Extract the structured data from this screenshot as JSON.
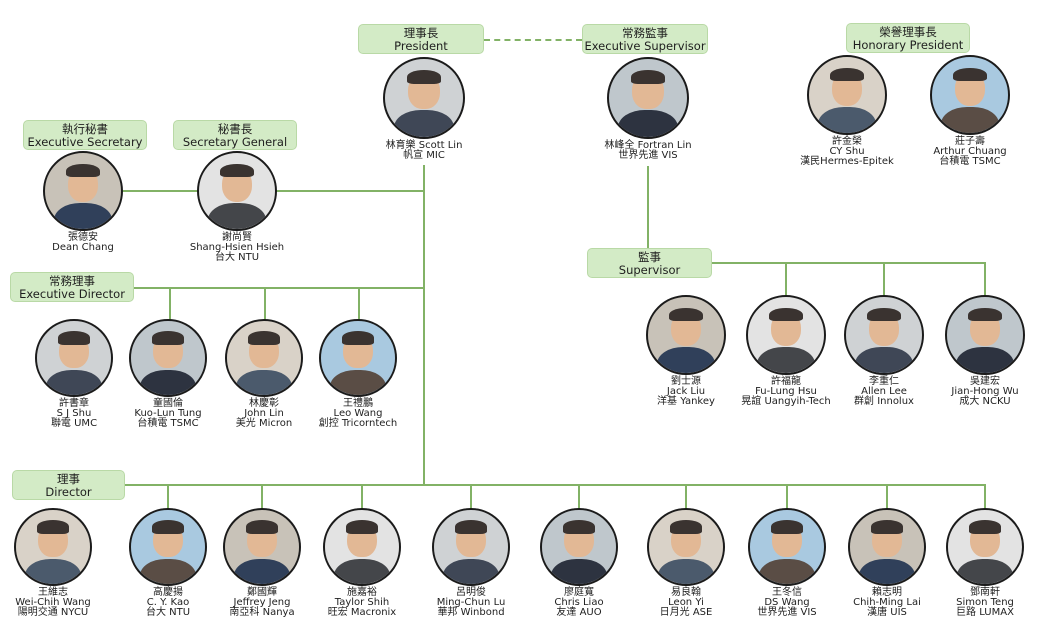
{
  "titles": {
    "president": [
      "理事長",
      "President"
    ],
    "exec_supervisor": [
      "常務監事",
      "Executive Supervisor"
    ],
    "honorary": [
      "榮譽理事長",
      "Honorary President"
    ],
    "exec_secretary": [
      "執行秘書",
      "Executive Secretary"
    ],
    "secretary_general": [
      "秘書長",
      "Secretary General"
    ],
    "exec_director": [
      "常務理事",
      "Executive Director"
    ],
    "supervisor": [
      "監事",
      "Supervisor"
    ],
    "director": [
      "理事",
      "Director"
    ]
  },
  "people": {
    "president": [
      {
        "lines": [
          "林育樂 Scott Lin",
          "帆宣 MIC"
        ]
      }
    ],
    "exec_supervisor": [
      {
        "lines": [
          "林峰全 Fortran Lin",
          "世界先進 VIS"
        ]
      }
    ],
    "honorary": [
      {
        "lines": [
          "許金榮",
          "CY Shu",
          "漢民Hermes-Epitek"
        ]
      },
      {
        "lines": [
          "莊子壽",
          "Arthur Chuang",
          "台積電 TSMC"
        ]
      }
    ],
    "exec_secretary": [
      {
        "lines": [
          "張德安",
          "Dean Chang"
        ]
      }
    ],
    "secretary_general": [
      {
        "lines": [
          "謝尚賢",
          "Shang-Hsien Hsieh",
          "台大 NTU"
        ]
      }
    ],
    "exec_director": [
      {
        "lines": [
          "許書章",
          "S J Shu",
          "聯電 UMC"
        ]
      },
      {
        "lines": [
          "童國倫",
          "Kuo-Lun Tung",
          "台積電 TSMC"
        ]
      },
      {
        "lines": [
          "林慶彰",
          "John Lin",
          "美光 Micron"
        ]
      },
      {
        "lines": [
          "王禮鵬",
          "Leo Wang",
          "創控 Tricorntech"
        ]
      }
    ],
    "supervisor": [
      {
        "lines": [
          "劉士源",
          "Jack Liu",
          "洋基 Yankey"
        ]
      },
      {
        "lines": [
          "許福龍",
          "Fu-Lung Hsu",
          "晃誼 Uangyih-Tech"
        ]
      },
      {
        "lines": [
          "李重仁",
          "Allen Lee",
          "群創 Innolux"
        ]
      },
      {
        "lines": [
          "吳建宏",
          "Jian-Hong Wu",
          "成大 NCKU"
        ]
      }
    ],
    "director": [
      {
        "lines": [
          "王維志",
          "Wei-Chih Wang",
          "陽明交通 NYCU"
        ]
      },
      {
        "lines": [
          "高慶揚",
          "C. Y. Kao",
          "台大 NTU"
        ]
      },
      {
        "lines": [
          "鄭國輝",
          "Jeffrey Jeng",
          "南亞科 Nanya"
        ]
      },
      {
        "lines": [
          "施嘉裕",
          "Taylor Shih",
          "旺宏 Macronix"
        ]
      },
      {
        "lines": [
          "呂明俊",
          "Ming-Chun Lu",
          "華邦 Winbond"
        ]
      },
      {
        "lines": [
          "廖庭寬",
          "Chris Liao",
          "友達 AUO"
        ]
      },
      {
        "lines": [
          "易良翰",
          "Leon Yi",
          "日月光 ASE"
        ]
      },
      {
        "lines": [
          "王冬信",
          "DS Wang",
          "世界先進 VIS"
        ]
      },
      {
        "lines": [
          "賴志明",
          "Chih-Ming Lai",
          "漢唐 UIS"
        ]
      },
      {
        "lines": [
          "鄧南軒",
          "Simon Teng",
          "巨路 LUMAX"
        ]
      }
    ]
  },
  "colors": {
    "line": "#82b266",
    "label_bg": "#d3ebc6",
    "photo_border": "#1b1b1b"
  }
}
